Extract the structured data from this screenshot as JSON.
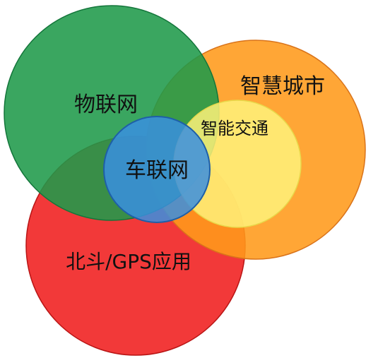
{
  "diagram": {
    "circles": [
      {
        "id": "beidou-gps",
        "label": "北斗/GPS应用",
        "color": "#f01e1e"
      },
      {
        "id": "smart-city",
        "label": "智慧城市",
        "color": "#ff9a1a"
      },
      {
        "id": "iot",
        "label": "物联网",
        "color": "#1f9a4a"
      },
      {
        "id": "smart-transport",
        "label": "智能交通",
        "color": "#fff27a"
      },
      {
        "id": "iov",
        "label": "车联网",
        "color": "#3a8fe0"
      }
    ]
  }
}
